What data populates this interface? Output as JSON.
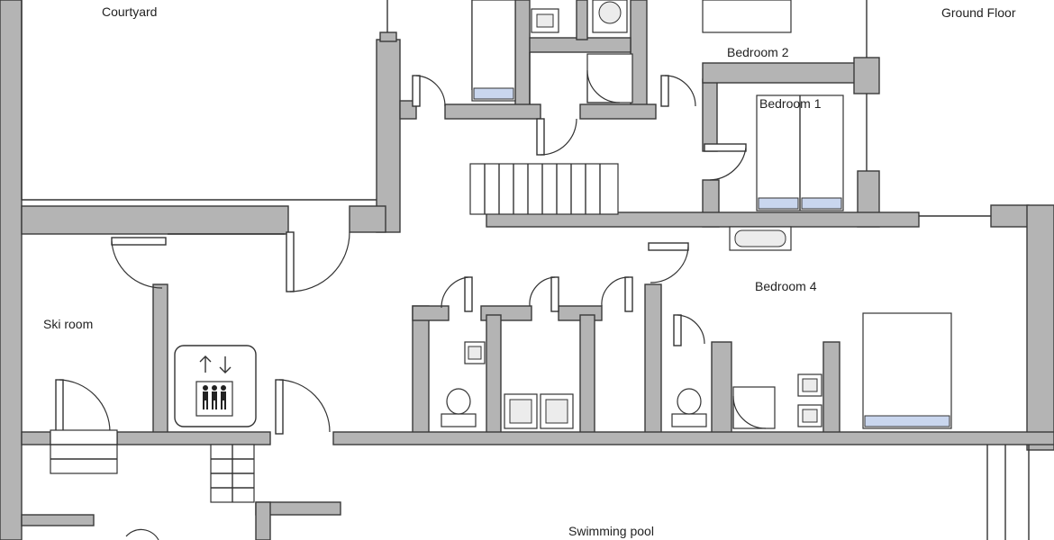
{
  "plan": {
    "title": "Ground Floor",
    "rooms": {
      "courtyard": "Courtyard",
      "bedroom_2": "Bedroom 2",
      "bedroom_1": "Bedroom 1",
      "bedroom_4": "Bedroom 4",
      "ski_room": "Ski room",
      "swimming_pool": "Swimming pool"
    },
    "icons": [
      "lift-arrows-icon",
      "lift-people-icon"
    ]
  },
  "colors": {
    "wall": "#b4b4b4",
    "line": "#333333",
    "bed_pillow": "#c9d6ee"
  }
}
